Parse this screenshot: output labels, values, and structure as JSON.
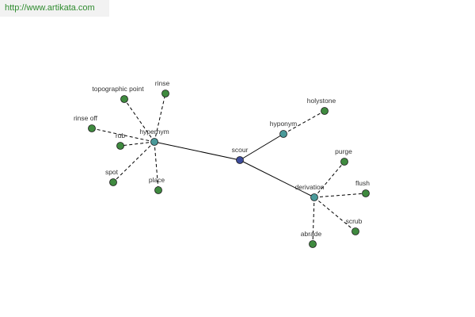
{
  "credit": {
    "text": "http://www.artikata.com"
  },
  "colors": {
    "center": "#3c4b9b",
    "relation": "#4a9a9a",
    "leaf": "#3f8a3f",
    "edge": "#000000"
  },
  "graph": {
    "center": {
      "id": "scour",
      "label": "scour",
      "kind": "center"
    },
    "relations": [
      {
        "id": "hypernym",
        "label": "hypernym",
        "kind": "relation",
        "leaves": [
          {
            "id": "topographic-point",
            "label": "topographic point"
          },
          {
            "id": "rinse",
            "label": "rinse"
          },
          {
            "id": "rinse-off",
            "label": "rinse off"
          },
          {
            "id": "rub",
            "label": "rub"
          },
          {
            "id": "spot",
            "label": "spot"
          },
          {
            "id": "place",
            "label": "place"
          }
        ]
      },
      {
        "id": "hyponym",
        "label": "hyponym",
        "kind": "relation",
        "leaves": [
          {
            "id": "holystone",
            "label": "holystone"
          }
        ]
      },
      {
        "id": "derivation",
        "label": "derivation",
        "kind": "relation",
        "leaves": [
          {
            "id": "purge",
            "label": "purge"
          },
          {
            "id": "flush",
            "label": "flush"
          },
          {
            "id": "scrub",
            "label": "scrub"
          },
          {
            "id": "abrade",
            "label": "abrade"
          }
        ]
      }
    ]
  }
}
